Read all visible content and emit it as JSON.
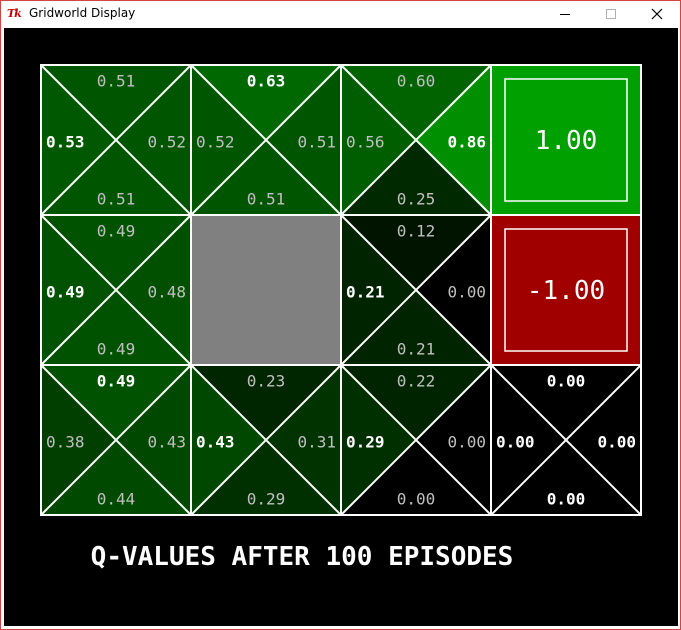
{
  "window": {
    "title": "Gridworld Display",
    "icon_text": "Tk",
    "controls": [
      "minimize-icon",
      "maximize-icon",
      "close-icon"
    ]
  },
  "caption": "Q-VALUES AFTER 100 EPISODES",
  "colors": {
    "background": "#000000",
    "wall": "#808080",
    "terminal_positive": "#00a000",
    "terminal_negative": "#a00000",
    "grid_line": "#ffffff",
    "best_action_text": "#ffffff",
    "other_action_text": "#c0c0c0"
  },
  "grid": {
    "rows": 3,
    "cols": 4,
    "cells": [
      {
        "row": 0,
        "col": 0,
        "type": "q",
        "north": "0.51",
        "west": "0.53",
        "east": "0.52",
        "south": "0.51",
        "best": "west"
      },
      {
        "row": 0,
        "col": 1,
        "type": "q",
        "north": "0.63",
        "west": "0.52",
        "east": "0.51",
        "south": "0.51",
        "best": "north"
      },
      {
        "row": 0,
        "col": 2,
        "type": "q",
        "north": "0.60",
        "west": "0.56",
        "east": "0.86",
        "south": "0.25",
        "best": "east"
      },
      {
        "row": 0,
        "col": 3,
        "type": "terminal",
        "value": "1.00"
      },
      {
        "row": 1,
        "col": 0,
        "type": "q",
        "north": "0.49",
        "west": "0.49",
        "east": "0.48",
        "south": "0.49",
        "best": "west"
      },
      {
        "row": 1,
        "col": 1,
        "type": "wall"
      },
      {
        "row": 1,
        "col": 2,
        "type": "q",
        "north": "0.12",
        "west": "0.21",
        "east": "0.00",
        "south": "0.21",
        "best": "west"
      },
      {
        "row": 1,
        "col": 3,
        "type": "terminal",
        "value": "-1.00"
      },
      {
        "row": 2,
        "col": 0,
        "type": "q",
        "north": "0.49",
        "west": "0.38",
        "east": "0.43",
        "south": "0.44",
        "best": "north"
      },
      {
        "row": 2,
        "col": 1,
        "type": "q",
        "north": "0.23",
        "west": "0.43",
        "east": "0.31",
        "south": "0.29",
        "best": "west"
      },
      {
        "row": 2,
        "col": 2,
        "type": "q",
        "north": "0.22",
        "west": "0.29",
        "east": "0.00",
        "south": "0.00",
        "best": "west"
      },
      {
        "row": 2,
        "col": 3,
        "type": "q",
        "north": "0.00",
        "west": "0.00",
        "east": "0.00",
        "south": "0.00",
        "best": "all"
      }
    ]
  }
}
